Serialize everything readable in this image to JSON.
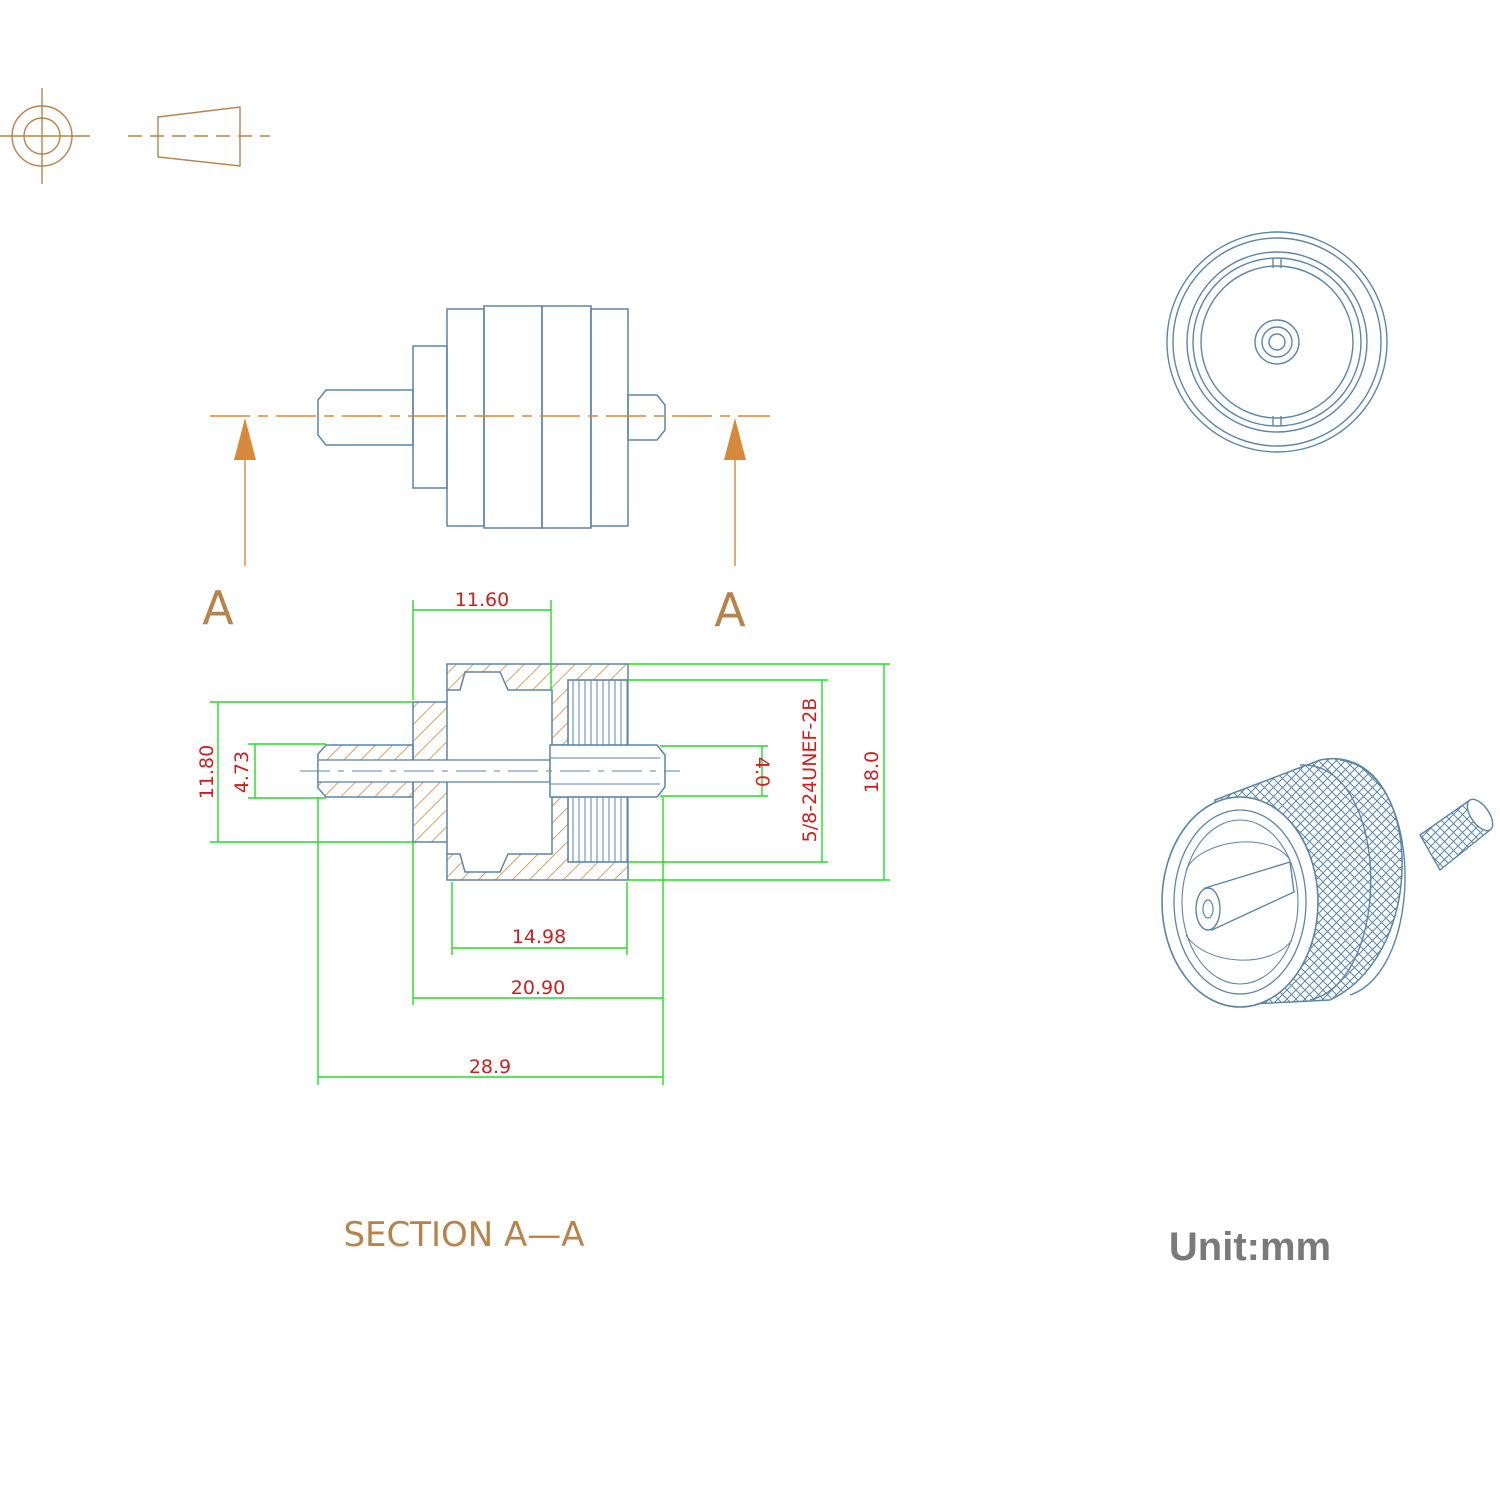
{
  "colors": {
    "outline": "#5b86a8",
    "dimension": "#22dd22",
    "dimension_text": "#cc1f1f",
    "section": "#d6893a",
    "section_label": "#b8834a",
    "unit_text": "#7a7a7a"
  },
  "projection_symbol": {
    "icon": "first-angle-projection-icon"
  },
  "section_markers": {
    "left": "A",
    "right": "A"
  },
  "dimensions": {
    "d_11_60": "11.60",
    "d_11_80": "11.80",
    "d_4_73": "4.73",
    "d_4_0": "4.0",
    "thread": "5/8-24UNEF-2B",
    "d_18_0": "18.0",
    "d_14_98": "14.98",
    "d_20_90": "20.90",
    "d_28_9": "28.9"
  },
  "section_title": "SECTION  A—A",
  "unit_label": "Unit:mm"
}
